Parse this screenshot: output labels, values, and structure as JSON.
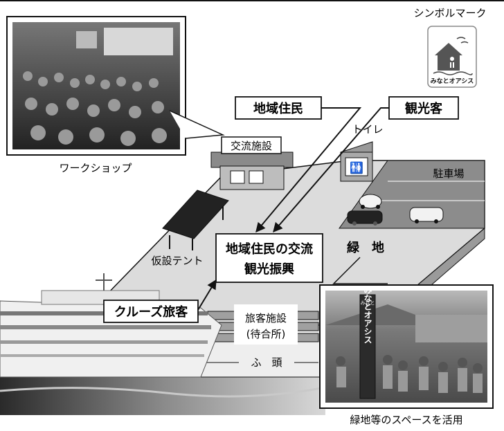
{
  "symbol_mark": {
    "title": "シンボルマーク",
    "logo_text": "みなとオアシス"
  },
  "photos": {
    "workshop_caption": "ワークショップ",
    "greenspace_caption": "緑地等のスペースを活用",
    "banner_small": "みなと",
    "banner_text": "みなとオアシス"
  },
  "callouts": {
    "residents": "地域住民",
    "tourists": "観光客",
    "cruise": "クルーズ旅客",
    "center_line1": "地域住民の交流",
    "center_line2": "観光振興"
  },
  "facilities": {
    "exchange": "交流施設",
    "toilet": "トイレ",
    "parking": "駐車場",
    "tent": "仮設テント",
    "green": "緑　地",
    "terminal_line1": "旅客施設",
    "terminal_line2": "(待合所)",
    "wharf": "ふ　頭"
  },
  "colors": {
    "plaza": "#dcdcdc",
    "parking": "#8c8c8c",
    "building": "#9a9a9a",
    "outline": "#111111"
  }
}
